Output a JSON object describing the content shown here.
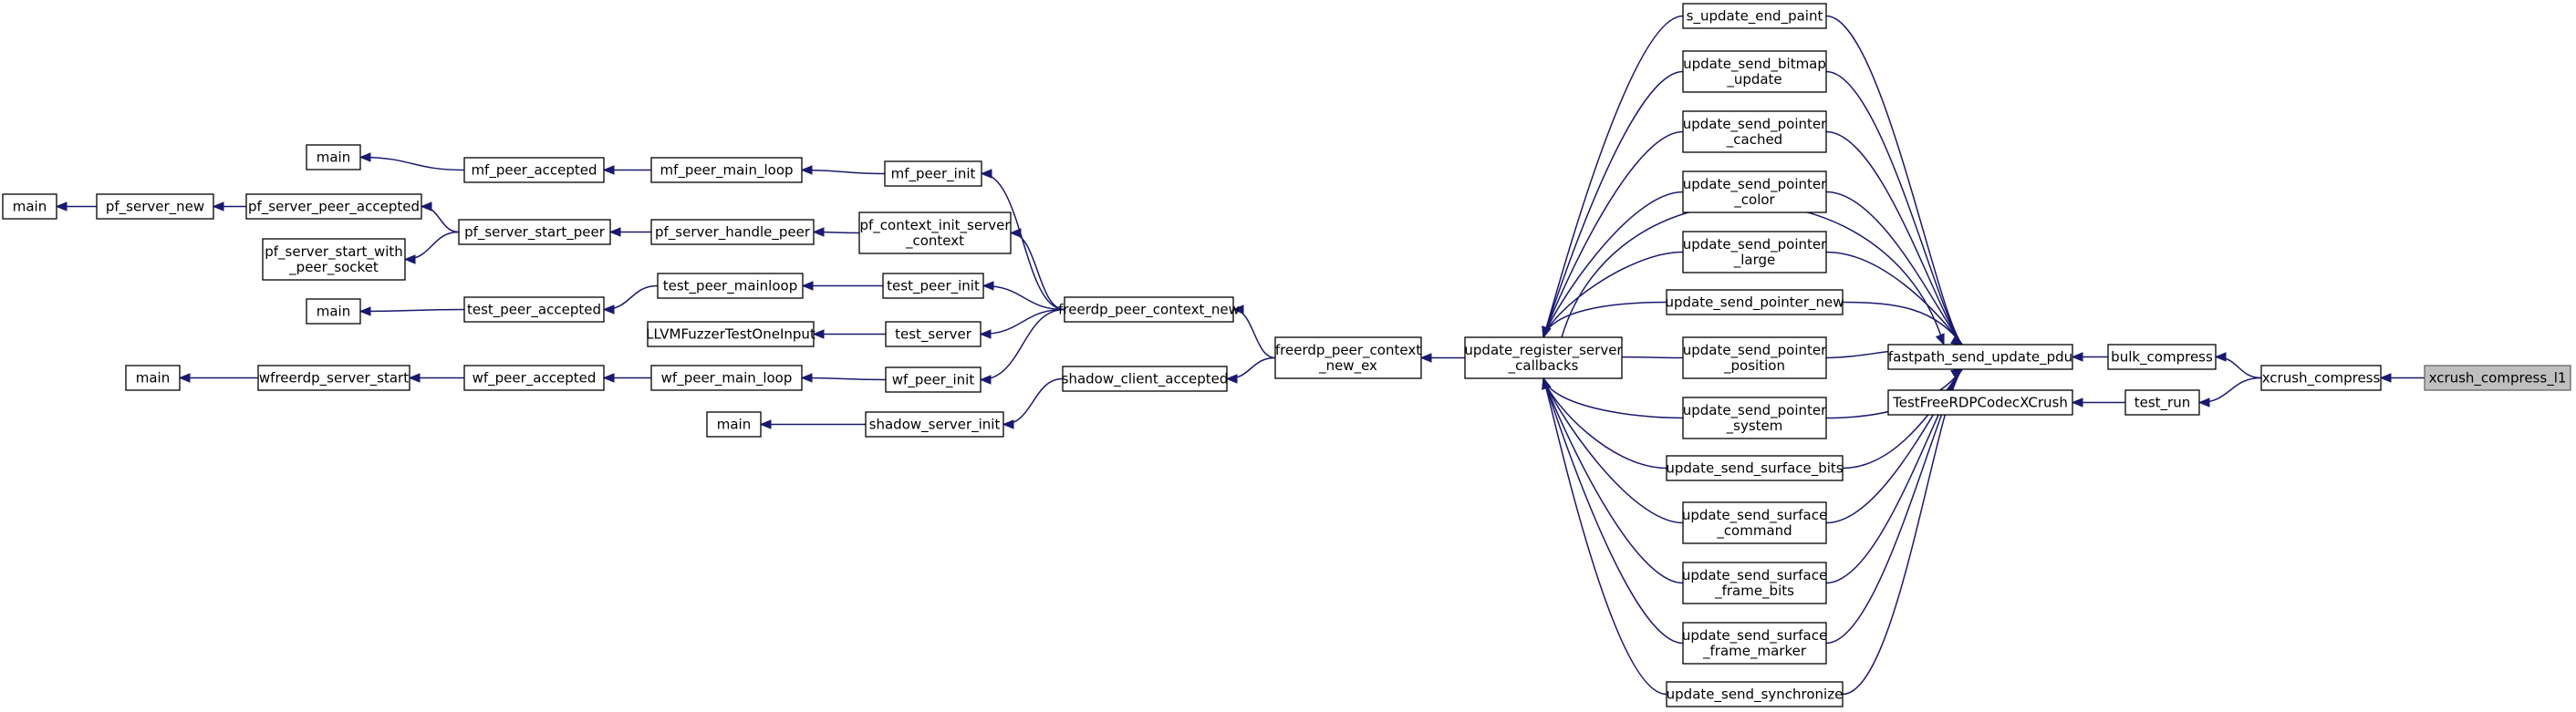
{
  "graph": {
    "colors": {
      "edge": "#191970",
      "node_border": "#000000",
      "node_fill": "#ffffff",
      "highlight_fill": "#bfbfbf",
      "highlight_border": "#666666"
    },
    "nodes": [
      {
        "id": "main_pf",
        "lines": [
          "main"
        ]
      },
      {
        "id": "pf_server_new",
        "lines": [
          "pf_server_new"
        ]
      },
      {
        "id": "pf_server_peer_accepted",
        "lines": [
          "pf_server_peer_accepted"
        ]
      },
      {
        "id": "pf_server_start_with_peer_socket",
        "lines": [
          "pf_server_start_with",
          "_peer_socket"
        ]
      },
      {
        "id": "main_mf",
        "lines": [
          "main"
        ]
      },
      {
        "id": "mf_peer_accepted",
        "lines": [
          "mf_peer_accepted"
        ]
      },
      {
        "id": "mf_peer_main_loop",
        "lines": [
          "mf_peer_main_loop"
        ]
      },
      {
        "id": "mf_peer_init",
        "lines": [
          "mf_peer_init"
        ]
      },
      {
        "id": "pf_server_start_peer",
        "lines": [
          "pf_server_start_peer"
        ]
      },
      {
        "id": "pf_server_handle_peer",
        "lines": [
          "pf_server_handle_peer"
        ]
      },
      {
        "id": "pf_context_init_server_context",
        "lines": [
          "pf_context_init_server",
          "_context"
        ]
      },
      {
        "id": "main_test",
        "lines": [
          "main"
        ]
      },
      {
        "id": "test_peer_accepted",
        "lines": [
          "test_peer_accepted"
        ]
      },
      {
        "id": "test_peer_mainloop",
        "lines": [
          "test_peer_mainloop"
        ]
      },
      {
        "id": "test_peer_init",
        "lines": [
          "test_peer_init"
        ]
      },
      {
        "id": "LLVMFuzzerTestOneInput",
        "lines": [
          "LLVMFuzzerTestOneInput"
        ]
      },
      {
        "id": "test_server",
        "lines": [
          "test_server"
        ]
      },
      {
        "id": "main_wf",
        "lines": [
          "main"
        ]
      },
      {
        "id": "wfreerdp_server_start",
        "lines": [
          "wfreerdp_server_start"
        ]
      },
      {
        "id": "wf_peer_accepted",
        "lines": [
          "wf_peer_accepted"
        ]
      },
      {
        "id": "wf_peer_main_loop",
        "lines": [
          "wf_peer_main_loop"
        ]
      },
      {
        "id": "wf_peer_init",
        "lines": [
          "wf_peer_init"
        ]
      },
      {
        "id": "main_shadow",
        "lines": [
          "main"
        ]
      },
      {
        "id": "shadow_server_init",
        "lines": [
          "shadow_server_init"
        ]
      },
      {
        "id": "shadow_client_accepted",
        "lines": [
          "shadow_client_accepted"
        ]
      },
      {
        "id": "freerdp_peer_context_new",
        "lines": [
          "freerdp_peer_context_new"
        ]
      },
      {
        "id": "freerdp_peer_context_new_ex",
        "lines": [
          "freerdp_peer_context",
          "_new_ex"
        ]
      },
      {
        "id": "update_register_server_callbacks",
        "lines": [
          "update_register_server",
          "_callbacks"
        ]
      },
      {
        "id": "s_update_end_paint",
        "lines": [
          "s_update_end_paint"
        ]
      },
      {
        "id": "update_send_bitmap_update",
        "lines": [
          "update_send_bitmap",
          "_update"
        ]
      },
      {
        "id": "update_send_pointer_cached",
        "lines": [
          "update_send_pointer",
          "_cached"
        ]
      },
      {
        "id": "update_send_pointer_color",
        "lines": [
          "update_send_pointer",
          "_color"
        ]
      },
      {
        "id": "update_send_pointer_large",
        "lines": [
          "update_send_pointer",
          "_large"
        ]
      },
      {
        "id": "update_send_pointer_new",
        "lines": [
          "update_send_pointer_new"
        ]
      },
      {
        "id": "update_send_pointer_position",
        "lines": [
          "update_send_pointer",
          "_position"
        ]
      },
      {
        "id": "update_send_pointer_system",
        "lines": [
          "update_send_pointer",
          "_system"
        ]
      },
      {
        "id": "update_send_surface_bits",
        "lines": [
          "update_send_surface_bits"
        ]
      },
      {
        "id": "update_send_surface_command",
        "lines": [
          "update_send_surface",
          "_command"
        ]
      },
      {
        "id": "update_send_surface_frame_bits",
        "lines": [
          "update_send_surface",
          "_frame_bits"
        ]
      },
      {
        "id": "update_send_surface_frame_marker",
        "lines": [
          "update_send_surface",
          "_frame_marker"
        ]
      },
      {
        "id": "update_send_synchronize",
        "lines": [
          "update_send_synchronize"
        ]
      },
      {
        "id": "fastpath_send_update_pdu",
        "lines": [
          "fastpath_send_update_pdu"
        ]
      },
      {
        "id": "TestFreeRDPCodecXCrush",
        "lines": [
          "TestFreeRDPCodecXCrush"
        ]
      },
      {
        "id": "bulk_compress",
        "lines": [
          "bulk_compress"
        ]
      },
      {
        "id": "test_run",
        "lines": [
          "test_run"
        ]
      },
      {
        "id": "xcrush_compress",
        "lines": [
          "xcrush_compress"
        ]
      },
      {
        "id": "xcrush_compress_l1",
        "lines": [
          "xcrush_compress_l1"
        ],
        "highlight": true
      }
    ],
    "edges": [
      [
        "main_pf",
        "pf_server_new"
      ],
      [
        "pf_server_new",
        "pf_server_peer_accepted"
      ],
      [
        "pf_server_peer_accepted",
        "pf_server_start_peer"
      ],
      [
        "pf_server_start_with_peer_socket",
        "pf_server_start_peer"
      ],
      [
        "pf_server_start_peer",
        "pf_server_handle_peer"
      ],
      [
        "pf_server_handle_peer",
        "pf_context_init_server_context"
      ],
      [
        "pf_context_init_server_context",
        "freerdp_peer_context_new"
      ],
      [
        "main_mf",
        "mf_peer_accepted"
      ],
      [
        "mf_peer_accepted",
        "mf_peer_main_loop"
      ],
      [
        "mf_peer_main_loop",
        "mf_peer_init"
      ],
      [
        "mf_peer_init",
        "freerdp_peer_context_new"
      ],
      [
        "main_test",
        "test_peer_accepted"
      ],
      [
        "test_peer_accepted",
        "test_peer_mainloop"
      ],
      [
        "test_peer_mainloop",
        "test_peer_init"
      ],
      [
        "test_peer_init",
        "freerdp_peer_context_new"
      ],
      [
        "LLVMFuzzerTestOneInput",
        "test_server"
      ],
      [
        "test_server",
        "freerdp_peer_context_new"
      ],
      [
        "main_wf",
        "wfreerdp_server_start"
      ],
      [
        "wfreerdp_server_start",
        "wf_peer_accepted"
      ],
      [
        "wf_peer_accepted",
        "wf_peer_main_loop"
      ],
      [
        "wf_peer_main_loop",
        "wf_peer_init"
      ],
      [
        "wf_peer_init",
        "freerdp_peer_context_new"
      ],
      [
        "main_shadow",
        "shadow_server_init"
      ],
      [
        "shadow_server_init",
        "shadow_client_accepted"
      ],
      [
        "shadow_client_accepted",
        "freerdp_peer_context_new_ex"
      ],
      [
        "freerdp_peer_context_new",
        "freerdp_peer_context_new_ex"
      ],
      [
        "freerdp_peer_context_new_ex",
        "update_register_server_callbacks"
      ],
      [
        "update_register_server_callbacks",
        "s_update_end_paint"
      ],
      [
        "update_register_server_callbacks",
        "update_send_bitmap_update"
      ],
      [
        "update_register_server_callbacks",
        "update_send_pointer_cached"
      ],
      [
        "update_register_server_callbacks",
        "update_send_pointer_color"
      ],
      [
        "update_register_server_callbacks",
        "update_send_pointer_large"
      ],
      [
        "update_register_server_callbacks",
        "update_send_pointer_new"
      ],
      [
        "update_register_server_callbacks",
        "update_send_pointer_position"
      ],
      [
        "update_register_server_callbacks",
        "update_send_pointer_system"
      ],
      [
        "update_register_server_callbacks",
        "update_send_surface_bits"
      ],
      [
        "update_register_server_callbacks",
        "update_send_surface_command"
      ],
      [
        "update_register_server_callbacks",
        "update_send_surface_frame_bits"
      ],
      [
        "update_register_server_callbacks",
        "update_send_surface_frame_marker"
      ],
      [
        "update_register_server_callbacks",
        "update_send_synchronize"
      ],
      [
        "update_register_server_callbacks",
        "fastpath_send_update_pdu"
      ],
      [
        "s_update_end_paint",
        "fastpath_send_update_pdu"
      ],
      [
        "update_send_bitmap_update",
        "fastpath_send_update_pdu"
      ],
      [
        "update_send_pointer_cached",
        "fastpath_send_update_pdu"
      ],
      [
        "update_send_pointer_color",
        "fastpath_send_update_pdu"
      ],
      [
        "update_send_pointer_large",
        "fastpath_send_update_pdu"
      ],
      [
        "update_send_pointer_new",
        "fastpath_send_update_pdu"
      ],
      [
        "update_send_pointer_position",
        "fastpath_send_update_pdu"
      ],
      [
        "update_send_pointer_system",
        "fastpath_send_update_pdu"
      ],
      [
        "update_send_surface_bits",
        "fastpath_send_update_pdu"
      ],
      [
        "update_send_surface_command",
        "fastpath_send_update_pdu"
      ],
      [
        "update_send_surface_frame_bits",
        "fastpath_send_update_pdu"
      ],
      [
        "update_send_surface_frame_marker",
        "fastpath_send_update_pdu"
      ],
      [
        "update_send_synchronize",
        "fastpath_send_update_pdu"
      ],
      [
        "fastpath_send_update_pdu",
        "bulk_compress"
      ],
      [
        "bulk_compress",
        "xcrush_compress"
      ],
      [
        "TestFreeRDPCodecXCrush",
        "test_run"
      ],
      [
        "test_run",
        "xcrush_compress"
      ],
      [
        "xcrush_compress",
        "xcrush_compress_l1"
      ]
    ]
  }
}
